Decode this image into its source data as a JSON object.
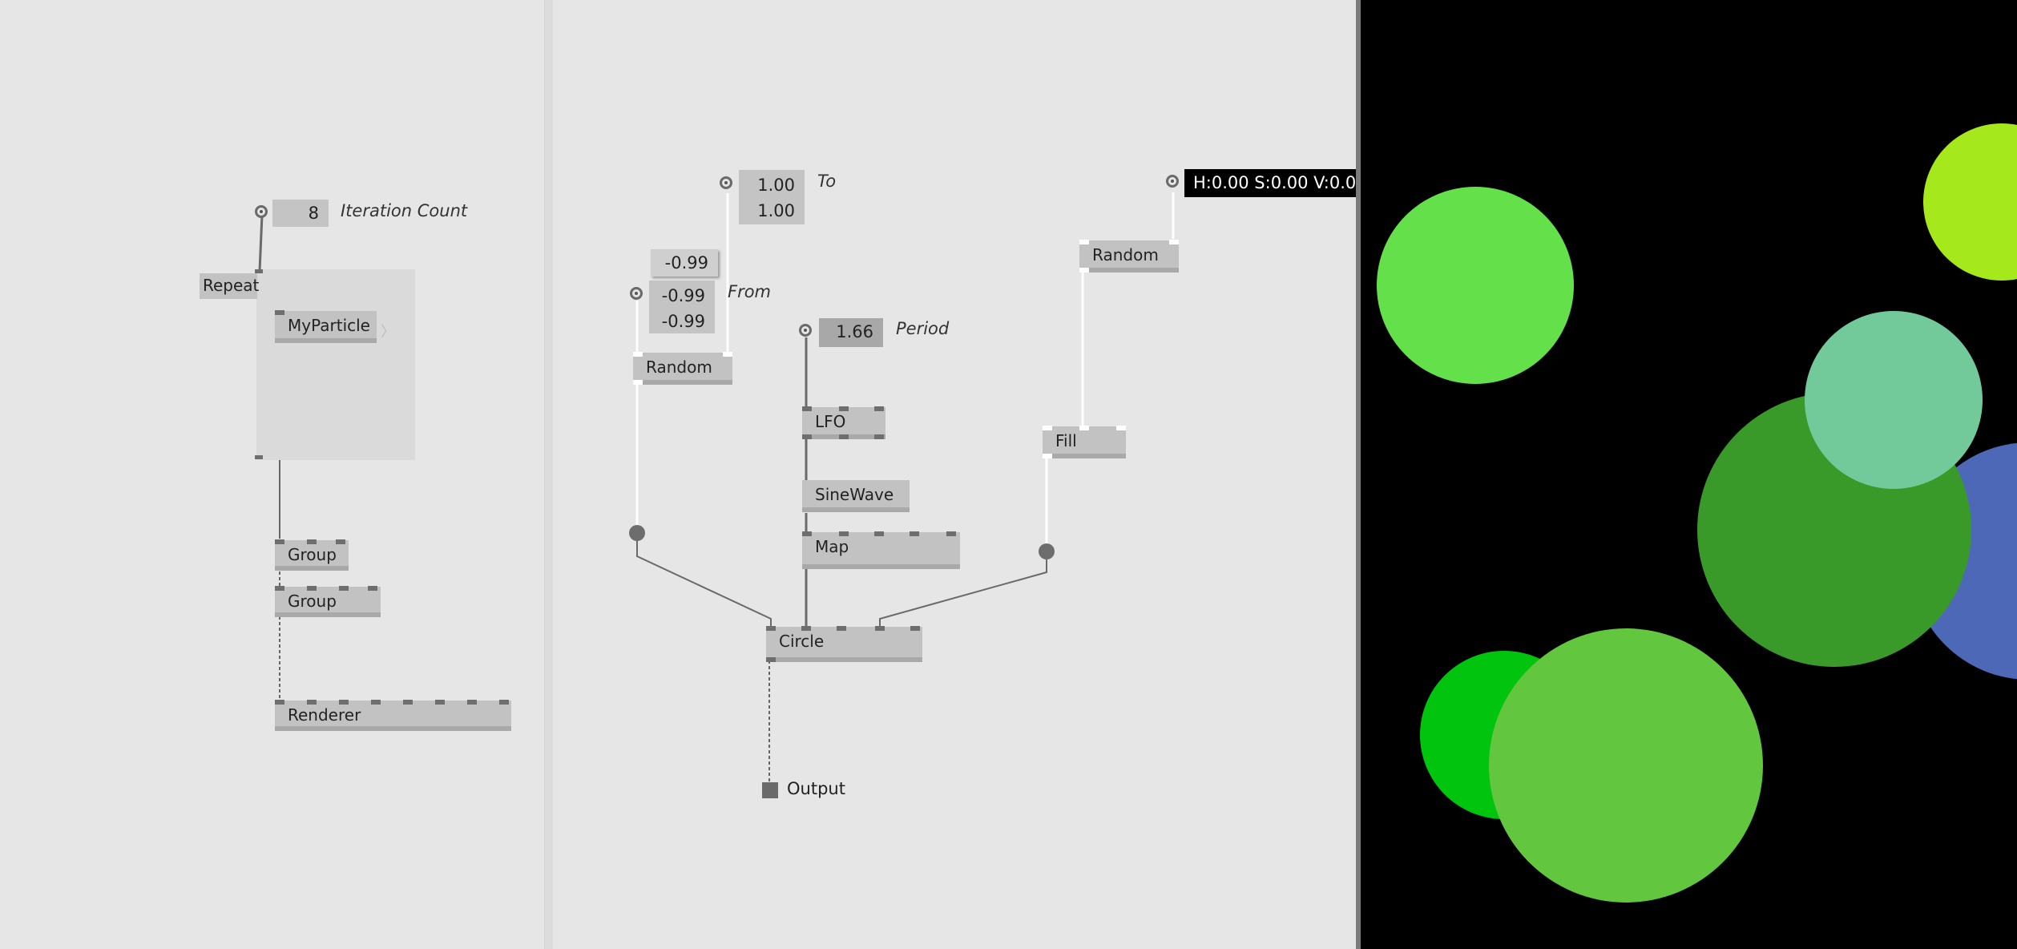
{
  "left_graph": {
    "iteration_count": {
      "value": "8",
      "label": "Iteration Count"
    },
    "repeat_label": "Repeat",
    "myparticle_label": "MyParticle",
    "group1_label": "Group",
    "group2_label": "Group",
    "renderer_label": "Renderer"
  },
  "mid_graph": {
    "to": {
      "value1": "1.00",
      "value2": "1.00",
      "label": "To"
    },
    "from": {
      "value1": "-0.99",
      "value2": "-0.99",
      "value3": "-0.99",
      "label": "From"
    },
    "random1_label": "Random",
    "period": {
      "value": "1.66",
      "label": "Period"
    },
    "lfo_label": "LFO",
    "sinewave_label": "SineWave",
    "map_label": "Map",
    "circle_label": "Circle",
    "output_label": "Output",
    "color": {
      "value": "H:0.00 S:0.00 V:0.0"
    },
    "random2_label": "Random",
    "fill_label": "Fill"
  },
  "viewer": {
    "circle_colors": [
      "#64e04a",
      "#a5e81c",
      "#72c99a",
      "#4e68b8",
      "#399a2a",
      "#00c40d",
      "#62c63e"
    ]
  }
}
